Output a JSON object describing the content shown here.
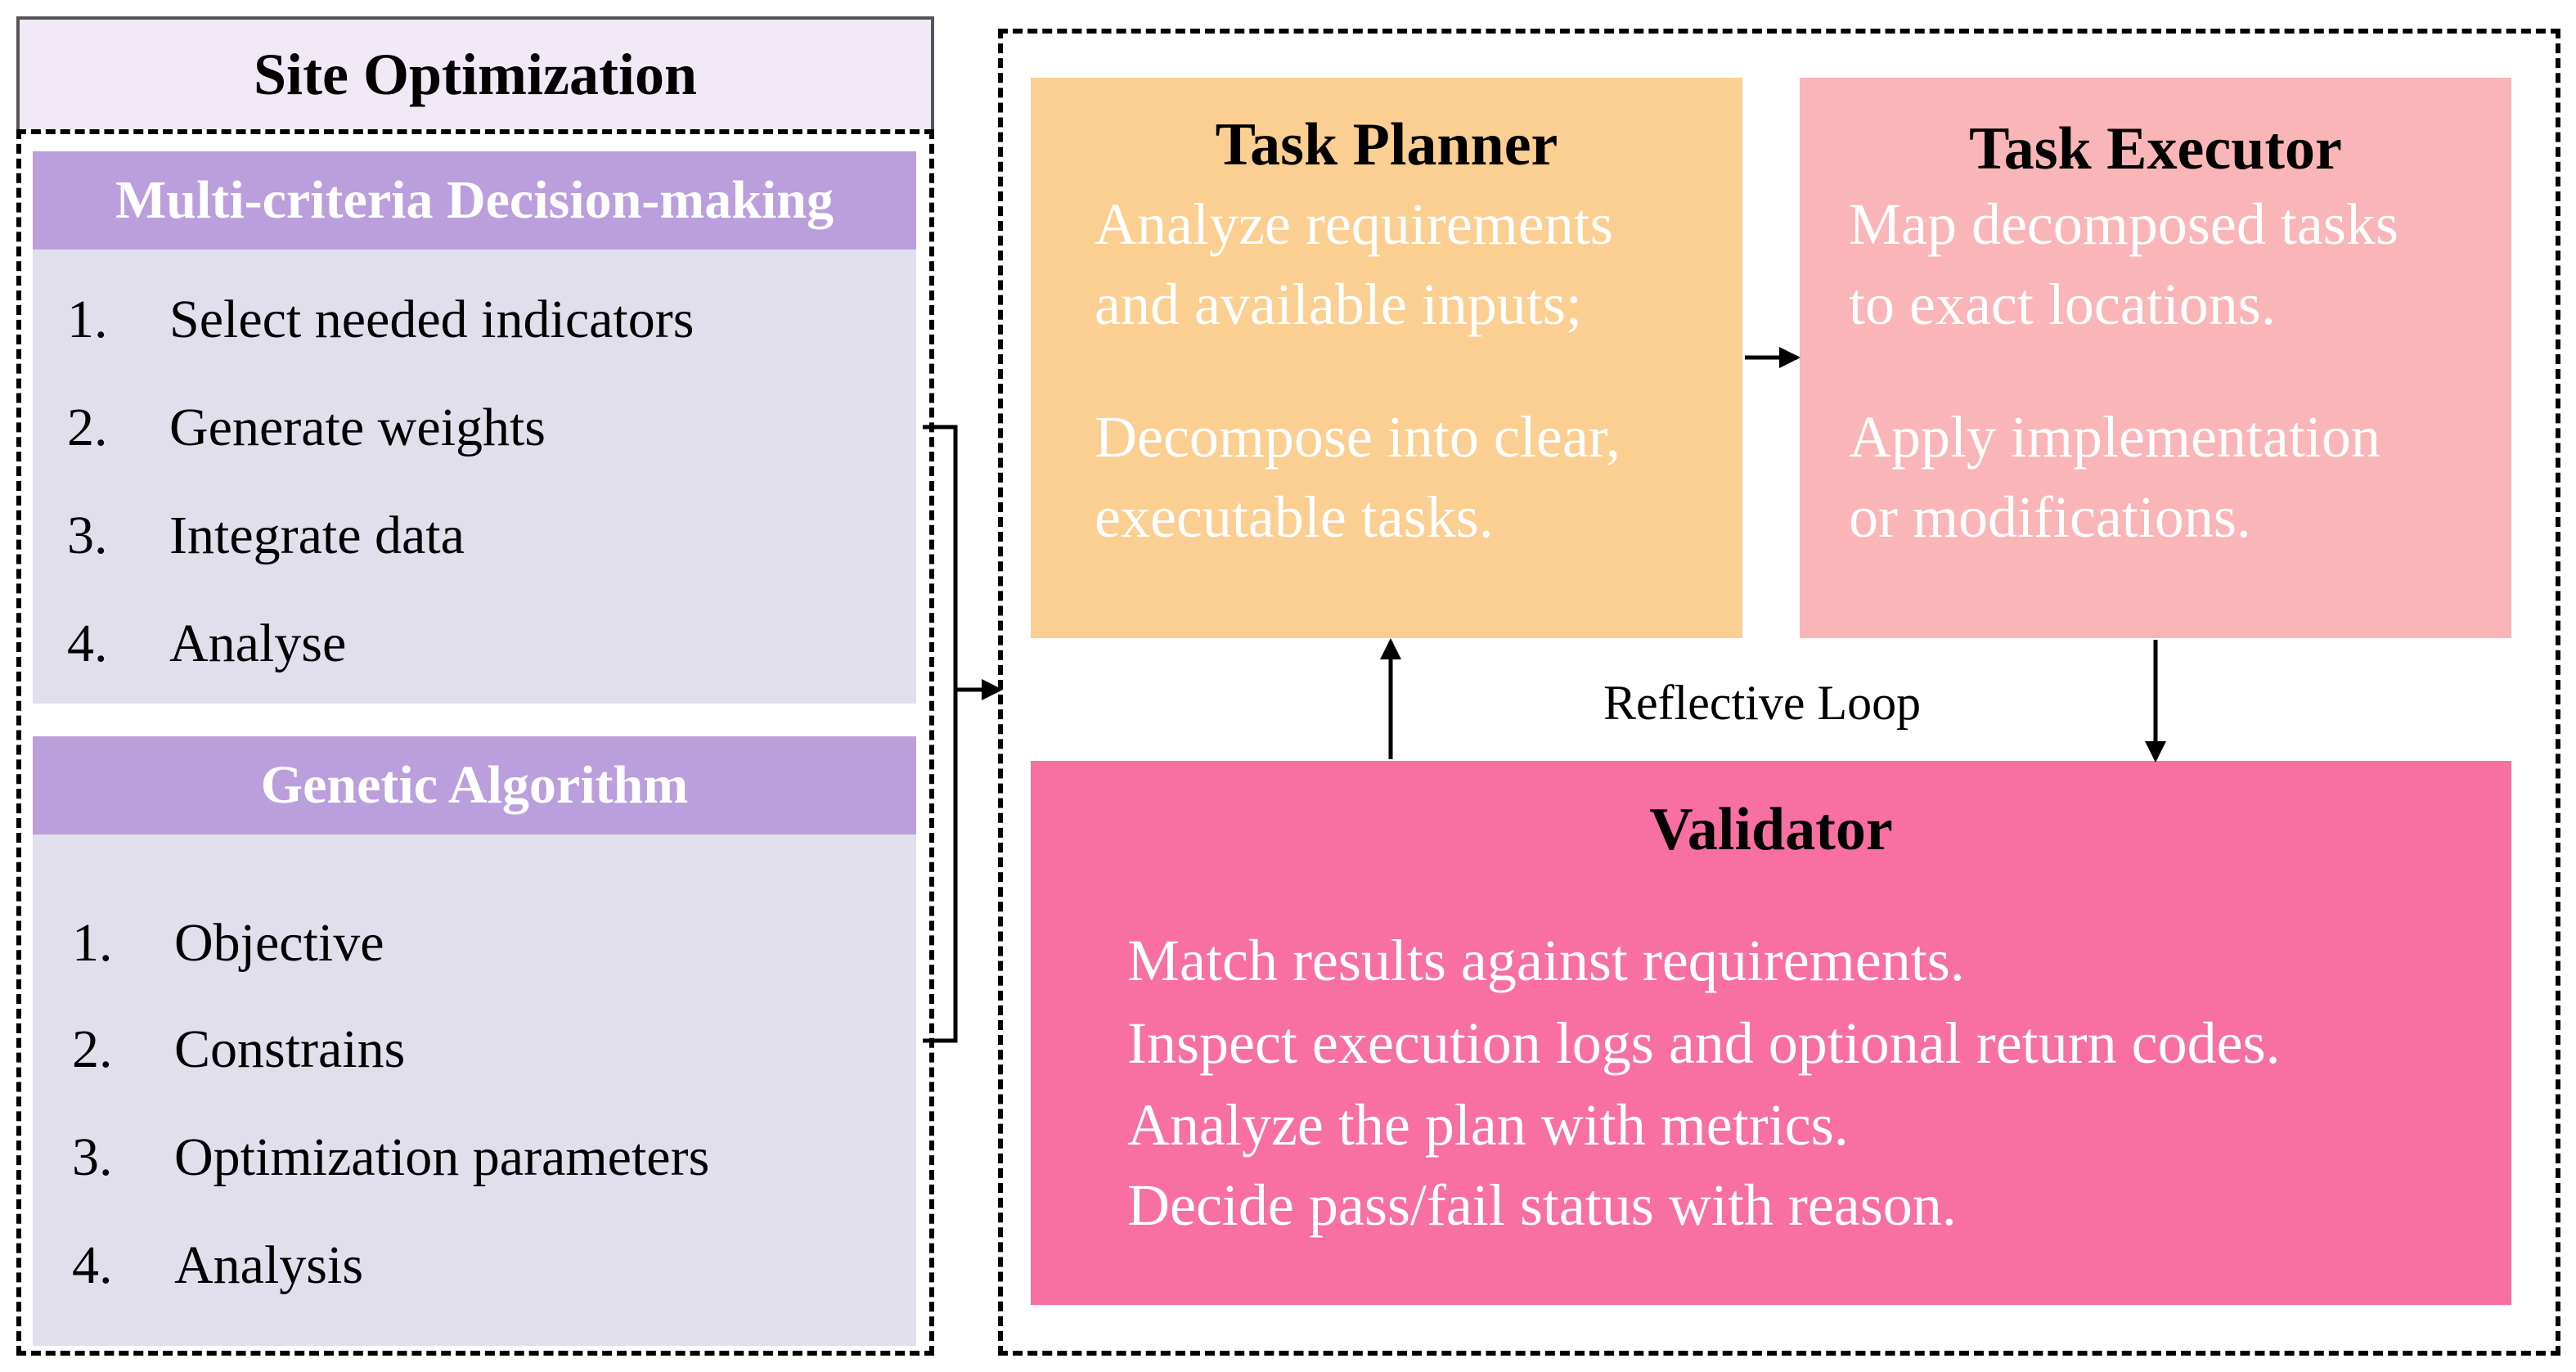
{
  "left_panel": {
    "title": "Site Optimization",
    "mcdm": {
      "heading": "Multi-criteria Decision-making",
      "items": [
        {
          "num": "1.",
          "label": "Select needed indicators"
        },
        {
          "num": "2.",
          "label": "Generate weights"
        },
        {
          "num": "3.",
          "label": "Integrate data"
        },
        {
          "num": "4.",
          "label": "Analyse"
        }
      ]
    },
    "ga": {
      "heading": "Genetic Algorithm",
      "items": [
        {
          "num": "1.",
          "label": "Objective"
        },
        {
          "num": "2.",
          "label": "Constrains"
        },
        {
          "num": "3.",
          "label": "Optimization parameters"
        },
        {
          "num": "4.",
          "label": "Analysis"
        }
      ]
    }
  },
  "task_planner": {
    "title": "Task Planner",
    "lines": [
      "Analyze requirements",
      "and available inputs;",
      "Decompose into clear,",
      "executable tasks."
    ]
  },
  "task_executor": {
    "title": "Task Executor",
    "lines": [
      "Map decomposed tasks",
      "to exact locations.",
      "Apply implementation",
      "or modifications."
    ]
  },
  "reflective_loop": "Reflective Loop",
  "validator": {
    "title": "Validator",
    "lines": [
      "Match results against requirements.",
      "Inspect execution logs and optional return codes.",
      "Analyze the plan with metrics.",
      "Decide pass/fail status with reason."
    ]
  },
  "colors": {
    "section_header": "#bb9fdc",
    "section_body": "#e2dfec",
    "title_bg": "#f1e9f6",
    "planner": "#fbcf91",
    "executor": "#fab5b8",
    "validator": "#f86fa1"
  }
}
